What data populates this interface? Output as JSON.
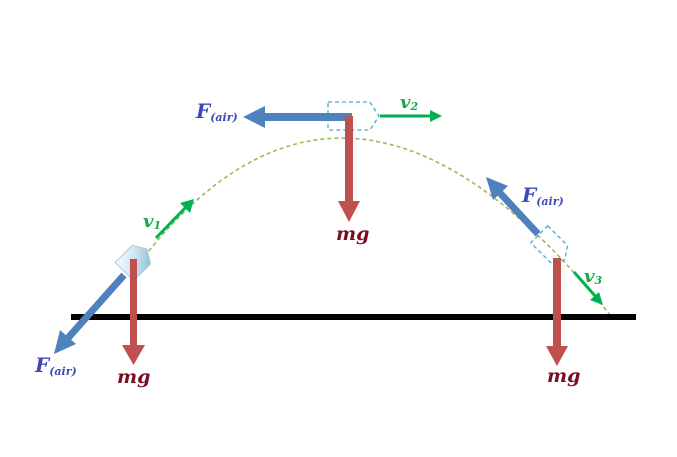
{
  "colors": {
    "air_force": "#4f81bd",
    "gravity": "#c0504d",
    "velocity": "#00b050",
    "trajectory": "#9bbb59",
    "ground": "#000000",
    "label_force": "#3f48b8",
    "label_velocity": "#1aa84a",
    "label_weight": "#7a0f24"
  },
  "positions": [
    {
      "id": "launch",
      "velocity": {
        "symbol": "v",
        "subscript": "1"
      },
      "air_force": {
        "symbol": "F",
        "subscript": "(air)"
      },
      "weight": "mg"
    },
    {
      "id": "apex",
      "velocity": {
        "symbol": "v",
        "subscript": "2"
      },
      "air_force": {
        "symbol": "F",
        "subscript": "(air)"
      },
      "weight": "mg"
    },
    {
      "id": "descent",
      "velocity": {
        "symbol": "v",
        "subscript": "3"
      },
      "air_force": {
        "symbol": "F",
        "subscript": "(air)"
      },
      "weight": "mg"
    }
  ]
}
